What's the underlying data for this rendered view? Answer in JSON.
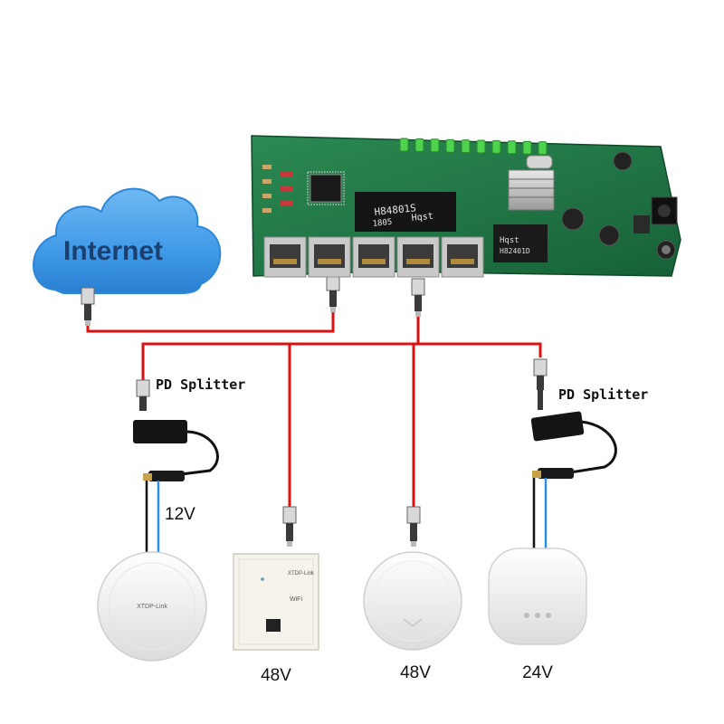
{
  "cloud": {
    "label": "Internet"
  },
  "switch_board": {
    "chip_label_1": "H84801S",
    "chip_label_2": "1805",
    "chip_brand": "Hqst",
    "chip2_brand": "Hqst",
    "chip2_label": "H82401D",
    "port_count": 5,
    "led_count": 10
  },
  "splitters": [
    {
      "label": "PD Splitter"
    },
    {
      "label": "PD Splitter"
    }
  ],
  "devices": [
    {
      "name": "ceiling-ap-round",
      "brand": "XTDP-Link",
      "voltage": "12V"
    },
    {
      "name": "in-wall-ap",
      "brand": "XTDP-Link",
      "panel_text": "WiFi",
      "voltage": "48V"
    },
    {
      "name": "round-ap",
      "voltage": "48V"
    },
    {
      "name": "square-ap",
      "voltage": "24V"
    }
  ],
  "colors": {
    "cable_red": "#e01010",
    "cable_blue": "#2a8fe0",
    "cable_black": "#111111",
    "cloud_blue": "#3f9ae8",
    "pcb_green": "#1f7a45",
    "led_green": "#4ed34e"
  }
}
